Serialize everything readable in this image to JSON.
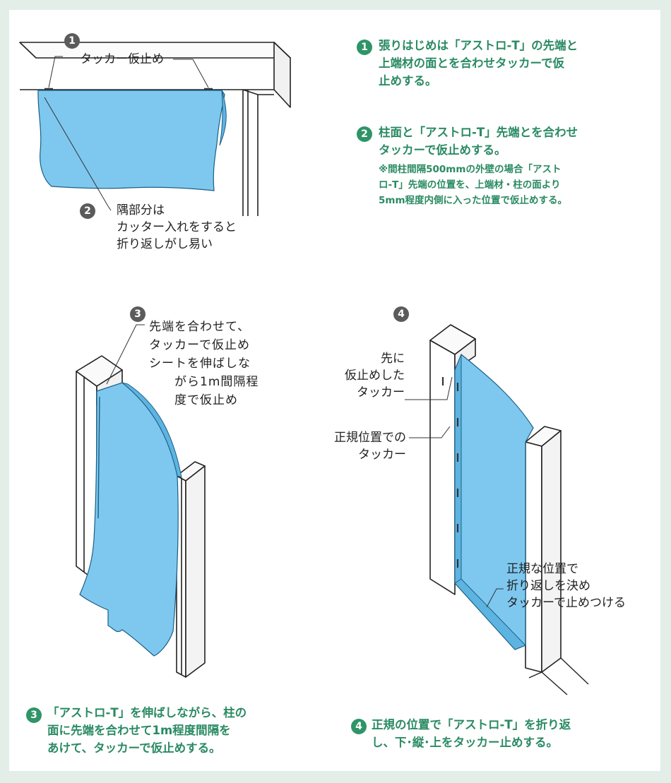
{
  "colors": {
    "sheet": "#7ec8ef",
    "green": "#2f9468",
    "text_green": "#2a8a63",
    "gray_badge": "#5b5b5b",
    "frame_bg": "#e3eee8"
  },
  "badges": {
    "b1": "1",
    "b2": "2",
    "b3": "3",
    "b4": "4"
  },
  "fig1": {
    "label_tacker": "タッカー仮止め",
    "label_corner": "隅部分は\nカッター入れをすると\n折り返しがし易い"
  },
  "fig3": {
    "label": "先端を合わせて、\nタッカーで仮止め\nシートを伸ばしな\n　　がら1m間隔程\n　　度で仮止め"
  },
  "fig4": {
    "label_first": "先に\n仮止めした\nタッカー",
    "label_regular": "正規位置での\nタッカー",
    "label_fold": "正規な位置で\n折り返しを決め\nタッカーで止めつける"
  },
  "steps": {
    "s1": "張りはじめは「アストロ-T」の先端と\n上端材の面とを合わせタッカーで仮\n止めする。",
    "s2": "柱面と「アストロ-T」先端とを合わせ\nタッカーで仮止めする。",
    "s2_note": "※間柱間隔500mmの外壁の場合「アスト\nロ-T」先端の位置を、上端材・柱の面より\n5mm程度内側に入った位置で仮止めする。",
    "s3": "「アストロ-T」を伸ばしながら、柱の\n面に先端を合わせて1m程度間隔を\nあけて、タッカーで仮止めする。",
    "s4": "正規の位置で「アストロ-T」を折り返\nし、下･縦･上をタッカー止めする。"
  }
}
